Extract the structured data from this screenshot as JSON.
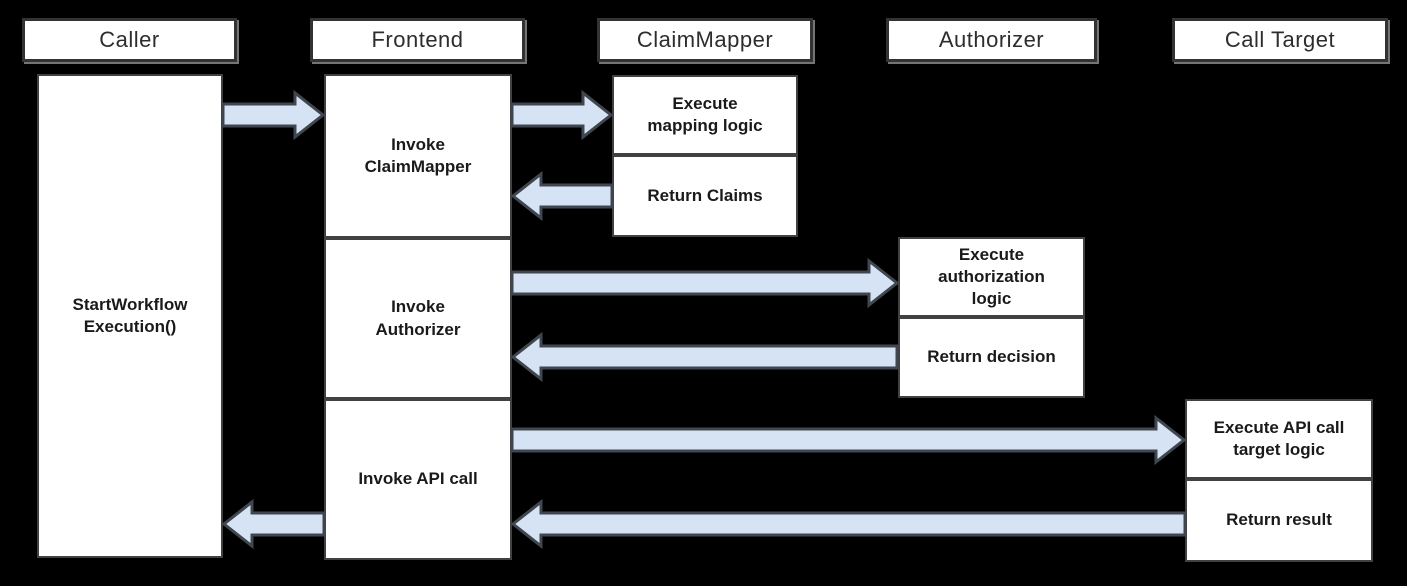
{
  "colors": {
    "background": "#000000",
    "box_fill": "#ffffff",
    "box_border": "#414141",
    "header_border": "#333333",
    "header_shadow": "#757575",
    "header_text": "#2d2d2d",
    "label_text": "#1a1a1a",
    "arrow_fill": "#d5e3f5",
    "arrow_border": "#40464e"
  },
  "lifelines": [
    {
      "id": "caller",
      "header": "Caller"
    },
    {
      "id": "frontend",
      "header": "Frontend"
    },
    {
      "id": "claim_mapper",
      "header": "ClaimMapper"
    },
    {
      "id": "authorizer",
      "header": "Authorizer"
    },
    {
      "id": "call_target",
      "header": "Call Target"
    }
  ],
  "activations": {
    "caller": {
      "label": "StartWorkflow Execution()"
    },
    "frontend": {
      "sections": [
        "Invoke ClaimMapper",
        "Invoke Authorizer",
        "Invoke API call"
      ]
    },
    "claim_mapper": {
      "sections": [
        "Execute mapping logic",
        "Return Claims"
      ]
    },
    "authorizer": {
      "sections": [
        "Execute authorization logic",
        "Return decision"
      ]
    },
    "call_target": {
      "sections": [
        "Execute API call target logic",
        "Return result"
      ]
    }
  },
  "messages": [
    {
      "from": "caller",
      "to": "frontend",
      "direction": "right",
      "label": ""
    },
    {
      "from": "frontend",
      "to": "claim_mapper",
      "direction": "right",
      "label": ""
    },
    {
      "from": "claim_mapper",
      "to": "frontend",
      "direction": "left",
      "label": ""
    },
    {
      "from": "frontend",
      "to": "authorizer",
      "direction": "right",
      "label": ""
    },
    {
      "from": "authorizer",
      "to": "frontend",
      "direction": "left",
      "label": ""
    },
    {
      "from": "frontend",
      "to": "call_target",
      "direction": "right",
      "label": ""
    },
    {
      "from": "call_target",
      "to": "frontend",
      "direction": "left",
      "label": ""
    },
    {
      "from": "frontend",
      "to": "caller",
      "direction": "left",
      "label": ""
    }
  ]
}
